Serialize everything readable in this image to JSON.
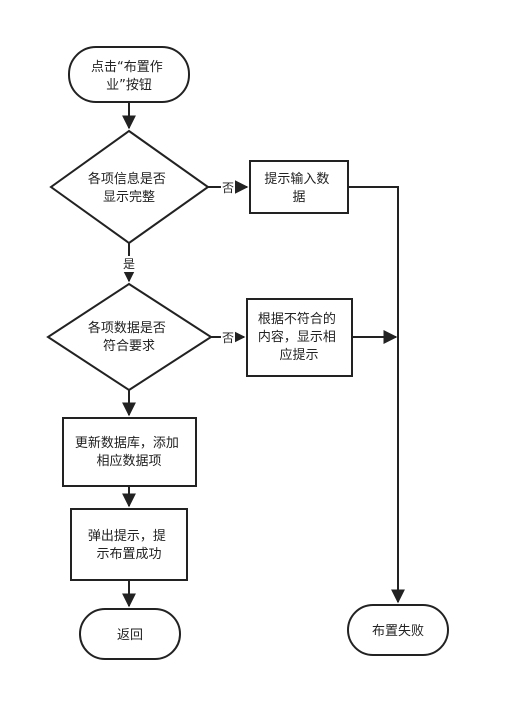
{
  "nodes": {
    "start": {
      "lines": [
        "点击“布置作",
        "业”按钮"
      ]
    },
    "check_info": {
      "lines": [
        "各项信息是否",
        "显示完整"
      ]
    },
    "prompt_input": {
      "lines": [
        "提示输入数",
        "据"
      ]
    },
    "check_data": {
      "lines": [
        "各项数据是否",
        "符合要求"
      ]
    },
    "prompt_mismatch": {
      "lines": [
        "根据不符合的",
        "内容，显示相",
        "应提示"
      ]
    },
    "update_db": {
      "lines": [
        "更新数据库，添加",
        "相应数据项"
      ]
    },
    "popup_success": {
      "lines": [
        "弹出提示，提",
        "示布置成功"
      ]
    },
    "return": {
      "lines": [
        "返回"
      ]
    },
    "fail": {
      "lines": [
        "布置失败"
      ]
    }
  },
  "edge_labels": {
    "no_1": "否",
    "yes_1": "是",
    "no_2": "否"
  }
}
